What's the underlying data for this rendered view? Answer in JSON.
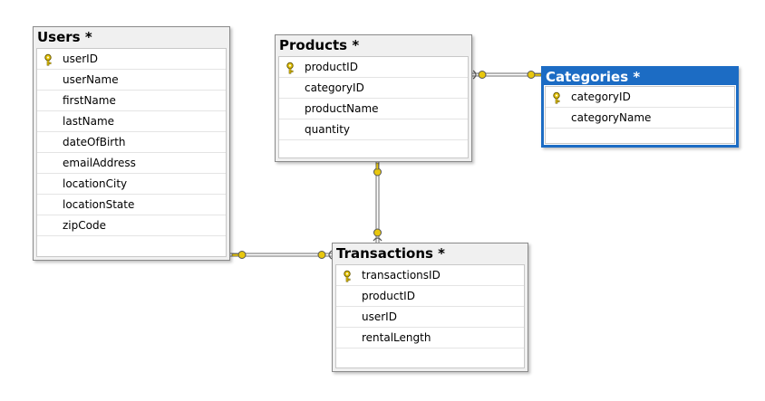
{
  "colors": {
    "selected_border": "#1c6cc4",
    "key_icon": "#e8c70e",
    "line": "#6e6e6e"
  },
  "tables": {
    "users": {
      "title": "Users *",
      "columns": [
        "userID",
        "userName",
        "firstName",
        "lastName",
        "dateOfBirth",
        "emailAddress",
        "locationCity",
        "locationState",
        "zipCode"
      ],
      "primary_key": "userID"
    },
    "products": {
      "title": "Products *",
      "columns": [
        "productID",
        "categoryID",
        "productName",
        "quantity"
      ],
      "primary_key": "productID"
    },
    "categories": {
      "title": "Categories *",
      "columns": [
        "categoryID",
        "categoryName"
      ],
      "primary_key": "categoryID",
      "selected": true
    },
    "transactions": {
      "title": "Transactions *",
      "columns": [
        "transactionsID",
        "productID",
        "userID",
        "rentalLength"
      ],
      "primary_key": "transactionsID"
    }
  },
  "relationships": [
    {
      "from": "products",
      "to": "categories",
      "one_end": "categories",
      "many_end": "products"
    },
    {
      "from": "products",
      "to": "transactions",
      "one_end": "products",
      "many_end": "transactions"
    },
    {
      "from": "users",
      "to": "transactions",
      "one_end": "users",
      "many_end": "transactions"
    }
  ]
}
